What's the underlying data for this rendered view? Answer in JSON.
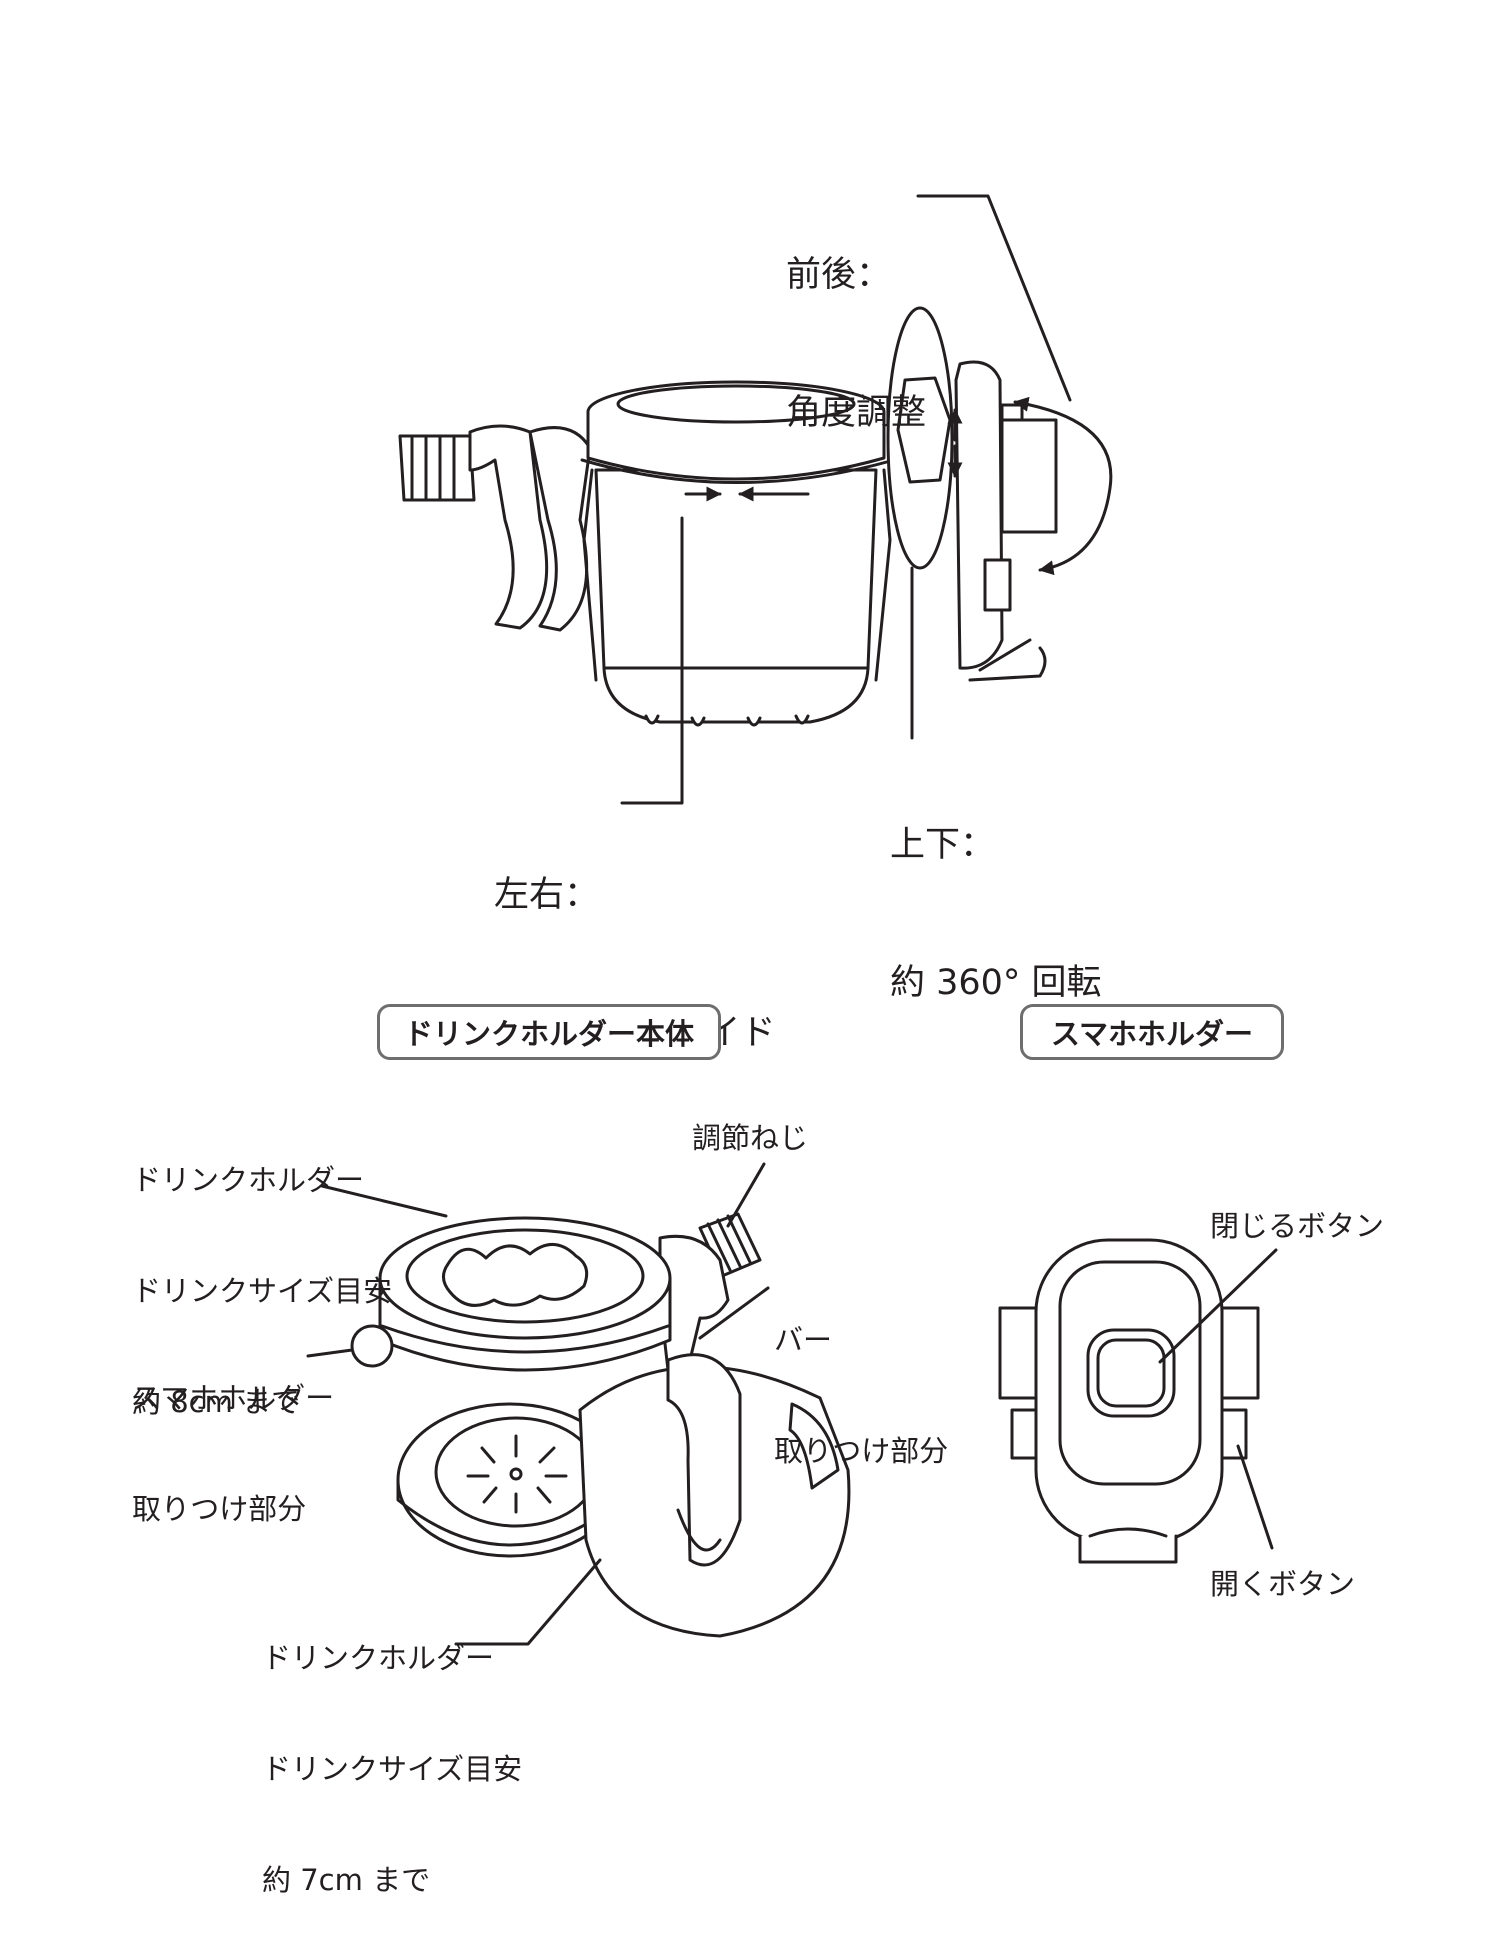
{
  "top": {
    "label_front_back": {
      "line1": "前後：",
      "line2": "角度調整"
    },
    "label_up_down": {
      "line1": "上下：",
      "line2": "約 360° 回転"
    },
    "label_left_right": {
      "line1": "左右：",
      "line2": "約 270° スライド"
    }
  },
  "bottom_left": {
    "title": "ドリンクホルダー本体",
    "callout_large": {
      "line1": "ドリンクホルダー",
      "line2": "ドリンクサイズ目安",
      "line3": "約 8cm まで"
    },
    "callout_screw": "調節ねじ",
    "callout_bar": {
      "line1": "バー",
      "line2": "取りつけ部分"
    },
    "callout_phone_mount": {
      "line1": "スマホホルダー",
      "line2": "取りつけ部分"
    },
    "callout_small": {
      "line1": "ドリンクホルダー",
      "line2": "ドリンクサイズ目安",
      "line3": "約 7cm まで"
    }
  },
  "bottom_right": {
    "title": "スマホホルダー",
    "callout_close": "閉じるボタン",
    "callout_open": "開くボタン"
  }
}
